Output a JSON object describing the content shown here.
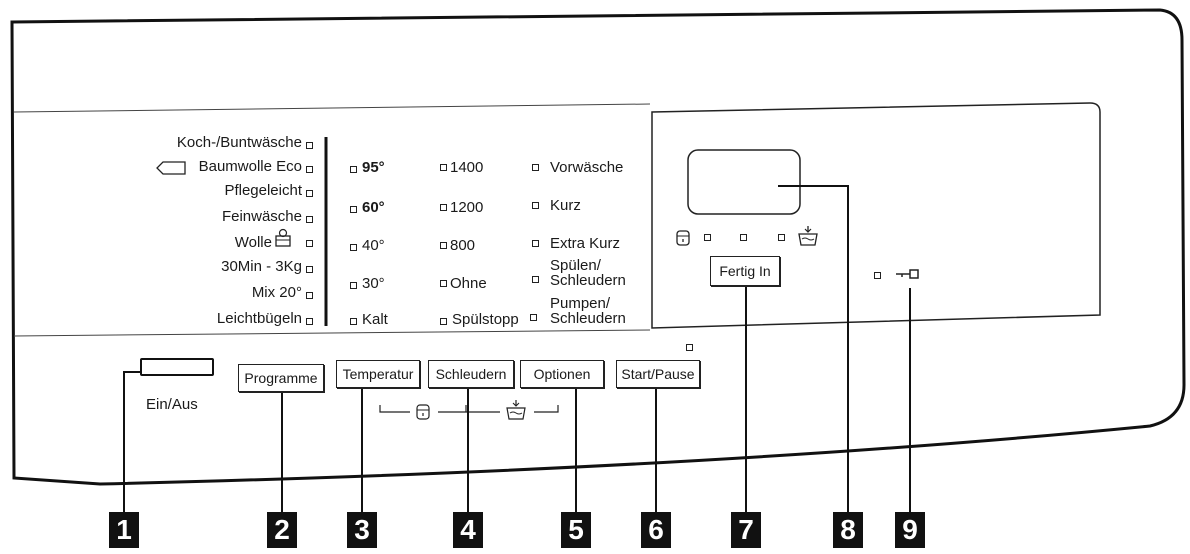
{
  "programmes": [
    "Koch-/Buntwäsche",
    "Baumwolle Eco",
    "Pflegeleicht",
    "Feinwäsche",
    "Wolle",
    "30Min - 3Kg",
    "Mix 20°",
    "Leichtbügeln"
  ],
  "temperatures": [
    "95°",
    "60°",
    "40°",
    "30°",
    "Kalt"
  ],
  "spin_speeds": [
    "1400",
    "1200",
    "800",
    "Ohne",
    "Spülstopp"
  ],
  "options": [
    "Vorwäsche",
    "Kurz",
    "Extra Kurz",
    "Spülen/\nSchleudern",
    "Pumpen/\nSchleudern"
  ],
  "buttons": {
    "power": "Ein/Aus",
    "programme": "Programme",
    "temperature": "Temperatur",
    "spin": "Schleudern",
    "options": "Optionen",
    "start_pause": "Start/Pause",
    "finish_in": "Fertig In"
  },
  "callouts": [
    "1",
    "2",
    "3",
    "4",
    "5",
    "6",
    "7",
    "8",
    "9"
  ],
  "icons": {
    "eco": "tag-icon",
    "wool": "wool-icon",
    "prewash": "detergent-drawer-icon",
    "rinse": "rinse-basin-icon",
    "door_lock": "key-icon"
  }
}
